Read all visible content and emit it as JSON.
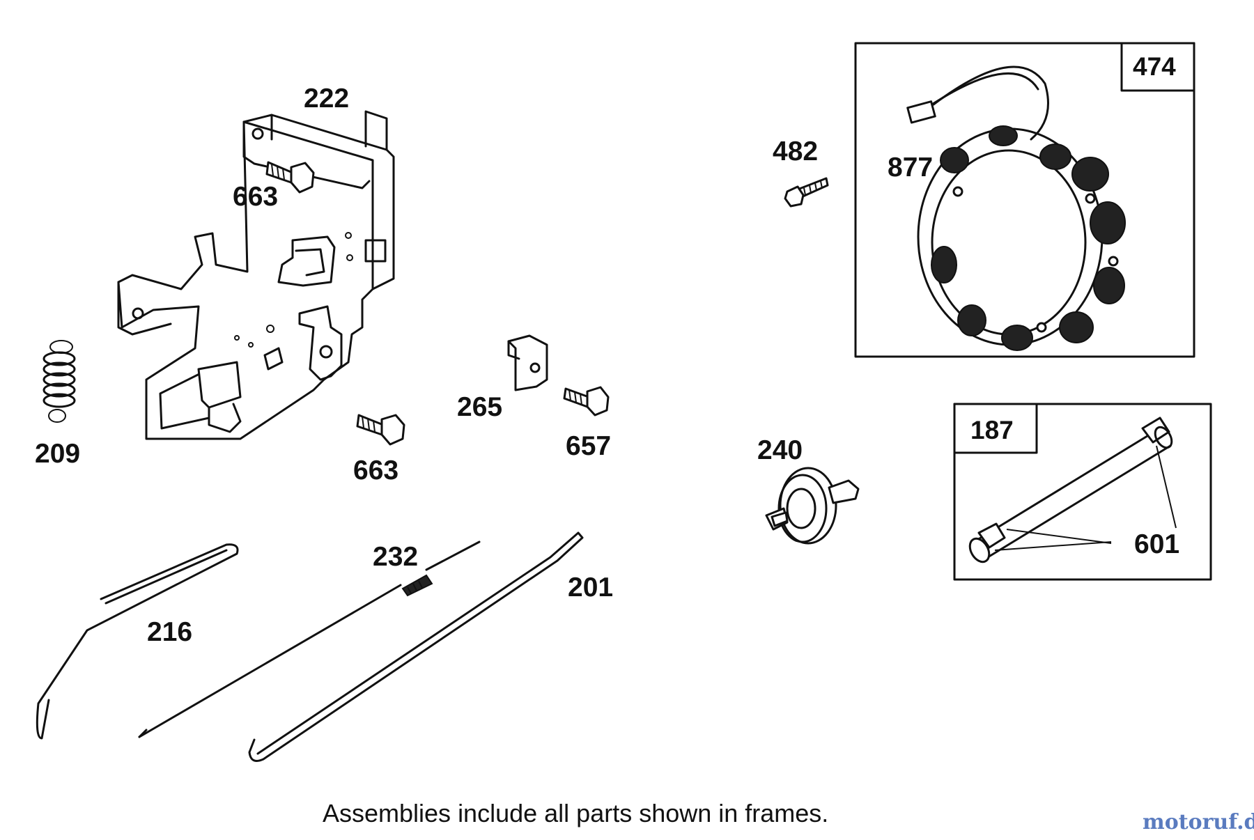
{
  "labels": {
    "p222": "222",
    "p663a": "663",
    "p663b": "663",
    "p209": "209",
    "p265": "265",
    "p657": "657",
    "p232": "232",
    "p201": "201",
    "p216": "216",
    "p482": "482",
    "p877": "877",
    "p474": "474",
    "p240": "240",
    "p187": "187",
    "p601": "601"
  },
  "caption": "Assemblies include all parts shown in frames.",
  "watermark": "motoruf.de"
}
